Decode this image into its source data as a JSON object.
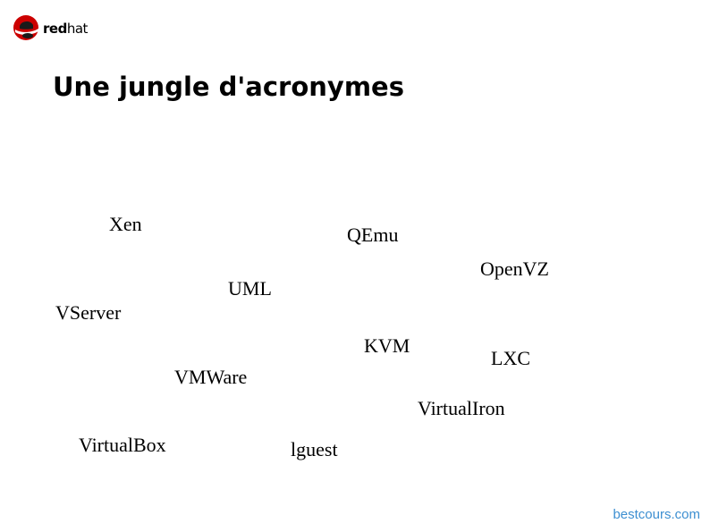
{
  "logo": {
    "name": "redhat",
    "part1": "red",
    "part2": "hat",
    "color_red": "#cc0000"
  },
  "title": "Une jungle d'acronymes",
  "terms": {
    "xen": "Xen",
    "qemu": "QEmu",
    "openvz": "OpenVZ",
    "uml": "UML",
    "vserver": "VServer",
    "kvm": "KVM",
    "lxc": "LXC",
    "vmware": "VMWare",
    "virtualiron": "VirtualIron",
    "virtualbox": "VirtualBox",
    "lguest": "lguest"
  },
  "watermark": "bestcours.com",
  "colors": {
    "watermark": "#3d8fd1",
    "text": "#000000"
  }
}
